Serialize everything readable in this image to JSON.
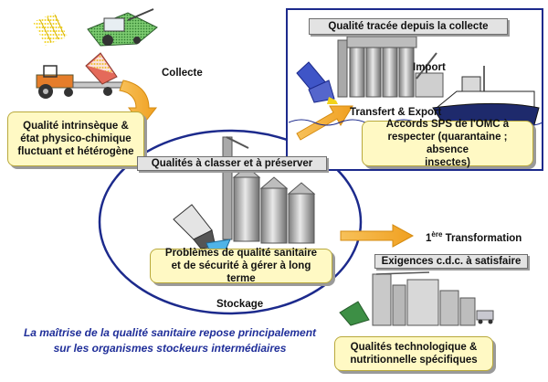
{
  "labels": {
    "collecte": "Collecte",
    "qualite_tracee": "Qualité tracée depuis la collecte",
    "import": "Import",
    "transfert_export": "Transfert & Export",
    "accords_sps": "Accords SPS de l'OMC à\nrespecter (quarantaine ; absence\ninsectes)",
    "qualite_intrinseque": "Qualité intrinsèque &\nétat physico-chimique\nfluctuant et hétérogène",
    "qualites_a_classer": "Qualités à classer et à préserver",
    "premiere_transformation_prefix": "1",
    "premiere_transformation_sup": "ère",
    "premiere_transformation_rest": " Transformation",
    "exigences_cdc": "Exigences c.d.c. à satisfaire",
    "problemes_qualite": "Problèmes de qualité sanitaire\net de sécurité à gérer à long terme",
    "stockage": "Stockage",
    "maitrise_note": "La maîtrise de la qualité sanitaire repose principalement\nsur les organismes stockeurs intermédiaires",
    "qualites_technologiques": "Qualités technologique &\nnutritionnelle spécifiques"
  },
  "colors": {
    "yellow_box": "#fff9c4",
    "grey_box": "#e3e3e3",
    "arrow_orange": "#f5a623",
    "ellipse_navy": "#1c2a8c",
    "note_blue": "#1f2e99",
    "export_frame": "#1c2a8c"
  },
  "icons": [
    "wheat-field-icon",
    "combine-harvester-icon",
    "tractor-trailer-icon",
    "grain-silo-icon",
    "cargo-ship-icon",
    "truck-unloading-icon",
    "flour-mill-icon"
  ]
}
